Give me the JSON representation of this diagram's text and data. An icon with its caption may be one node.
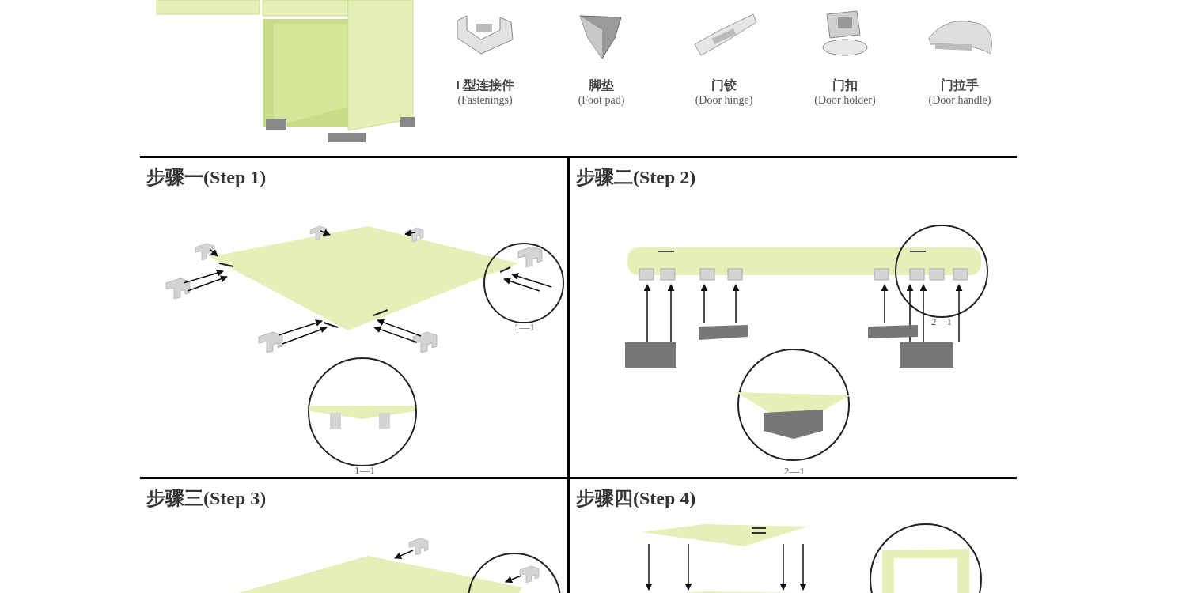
{
  "diagram": {
    "nodes": [
      {
        "text": [
          "L型连接件",
          "(Fastenings)"
        ]
      },
      {
        "text": [
          "脚垫",
          "(Foot pad)"
        ]
      },
      {
        "text": [
          "门铰",
          "(Door hinge)"
        ]
      },
      {
        "text": [
          "门扣",
          "(Door holder)"
        ]
      },
      {
        "text": [
          "门拉手",
          "(Door handle)"
        ]
      },
      {
        "text": [
          "步骤一(Step 1)"
        ]
      },
      {
        "text": [
          "步骤二(Step 2)"
        ]
      },
      {
        "text": [
          "步骤三(Step 3)"
        ]
      },
      {
        "text": [
          "步骤四(Step 4)"
        ]
      }
    ],
    "labels": [
      "1—1",
      "1—1",
      "2—1",
      "2—1"
    ]
  }
}
